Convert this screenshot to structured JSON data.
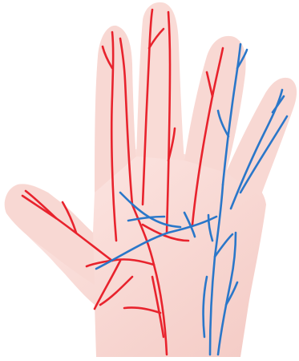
{
  "illustration": {
    "subject": "hand-veins-and-arteries",
    "colors": {
      "background": "#ffffff",
      "skin_light": "#fbe6e2",
      "skin_mid": "#f6d2cc",
      "skin_shadow": "#f0bdb6",
      "artery": "#e8232d",
      "vein": "#2a77c9"
    },
    "vessel_types": [
      "artery",
      "vein"
    ]
  }
}
